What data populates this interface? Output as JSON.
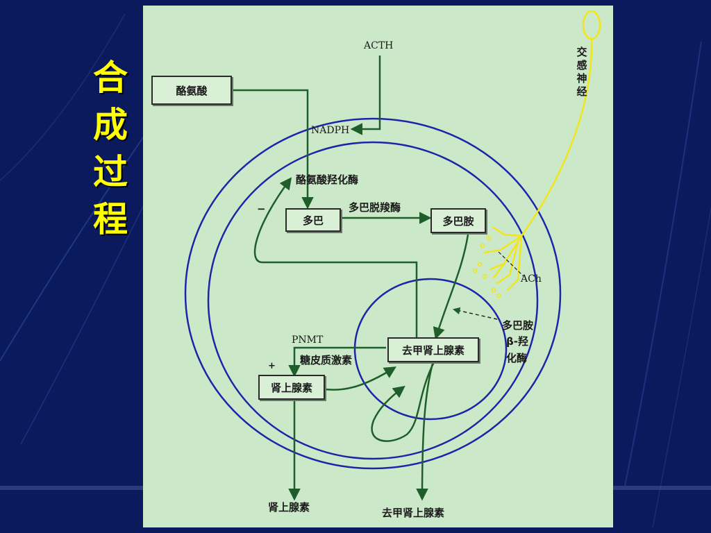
{
  "slide": {
    "title_chars": [
      "合",
      "成",
      "过",
      "程"
    ],
    "title_color": "#ffff00",
    "background_color": "#0b1a5c"
  },
  "diagram": {
    "panel_color": "#cbe9c8",
    "arrow_color": "#1f5e2a",
    "circle_color": "#1c24a8",
    "nerve_color": "#f2e61a",
    "nodes": {
      "tyrosine": "酪氨酸",
      "dopa": "多巴",
      "dopamine": "多巴胺",
      "norepinephrine": "去甲肾上腺素",
      "epinephrine": "肾上腺素"
    },
    "labels": {
      "acth": "ACTH",
      "nadph": "NADPH",
      "tyrosine_hydroxylase": "酪氨酸羟化酶",
      "dopa_decarboxylase": "多巴脱羧酶",
      "dbh_line1": "多巴胺",
      "dbh_line2": "β-羟",
      "dbh_line3": "化酶",
      "pnmt": "PNMT",
      "glucocorticoid": "糖皮质激素",
      "ach": "ACh",
      "minus_sign": "−",
      "plus_sign": "+",
      "output_epinephrine": "肾上腺素",
      "output_norepinephrine": "去甲肾上腺素"
    },
    "sympathetic_nerve_chars": [
      "交",
      "感",
      "神",
      "经"
    ]
  }
}
